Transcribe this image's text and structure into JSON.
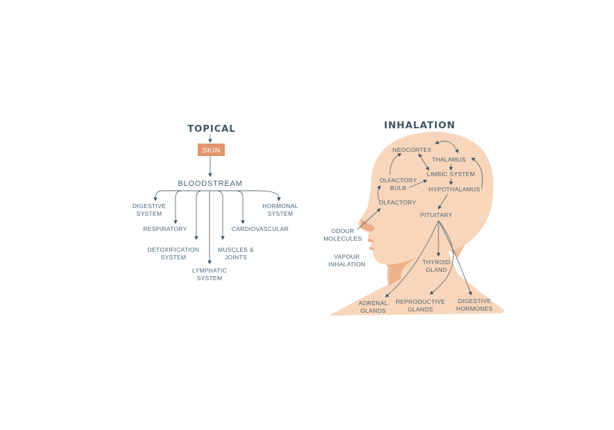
{
  "colors": {
    "title": "#3d5560",
    "text": "#4a6270",
    "skin_box": "#e0956a",
    "head_fill": "#f8d6bb",
    "head_shade": "#e9a57a",
    "arrow": "#3d5560"
  },
  "topical": {
    "title": "TOPICAL",
    "skin": "SKIN",
    "bloodstream": "BLOODSTREAM",
    "branches": [
      {
        "line1": "DIGESTIVE",
        "line2": "SYSTEM"
      },
      {
        "line1": "RESPIRATORY",
        "line2": ""
      },
      {
        "line1": "DETOXIFICATION",
        "line2": "SYSTEM"
      },
      {
        "line1": "LYMPHATIC",
        "line2": "SYSTEM"
      },
      {
        "line1": "MUSCLES &",
        "line2": "JOINTS"
      },
      {
        "line1": "CARDIOVASCULAR",
        "line2": ""
      },
      {
        "line1": "HORMONAL",
        "line2": "SYSTEM"
      }
    ]
  },
  "inhalation": {
    "title": "INHALATION",
    "nodes": {
      "neocortex": "NEOCORTEX",
      "thalamus": "THALAMUS",
      "limbic": "LIMBIC SYSTEM",
      "olfactory_bulb_1": "OLFACTORY",
      "olfactory_bulb_2": "BULB",
      "hypothalamus": "HYPOTHALAMUS",
      "olfactory": "OLFACTORY",
      "pituitary": "PITUITARY",
      "odour_1": "ODOUR",
      "odour_2": "MOLECULES",
      "vapour_1": "VAPOUR",
      "vapour_2": "INHALATION",
      "thyroid_1": "THYROID",
      "thyroid_2": "GLAND",
      "adrenal_1": "ADRENAL",
      "adrenal_2": "GLANDS",
      "reproductive_1": "REPRODUCTIVE",
      "reproductive_2": "GLANDS",
      "digestive_1": "DIGESTIVE",
      "digestive_2": "HORMONES"
    }
  }
}
